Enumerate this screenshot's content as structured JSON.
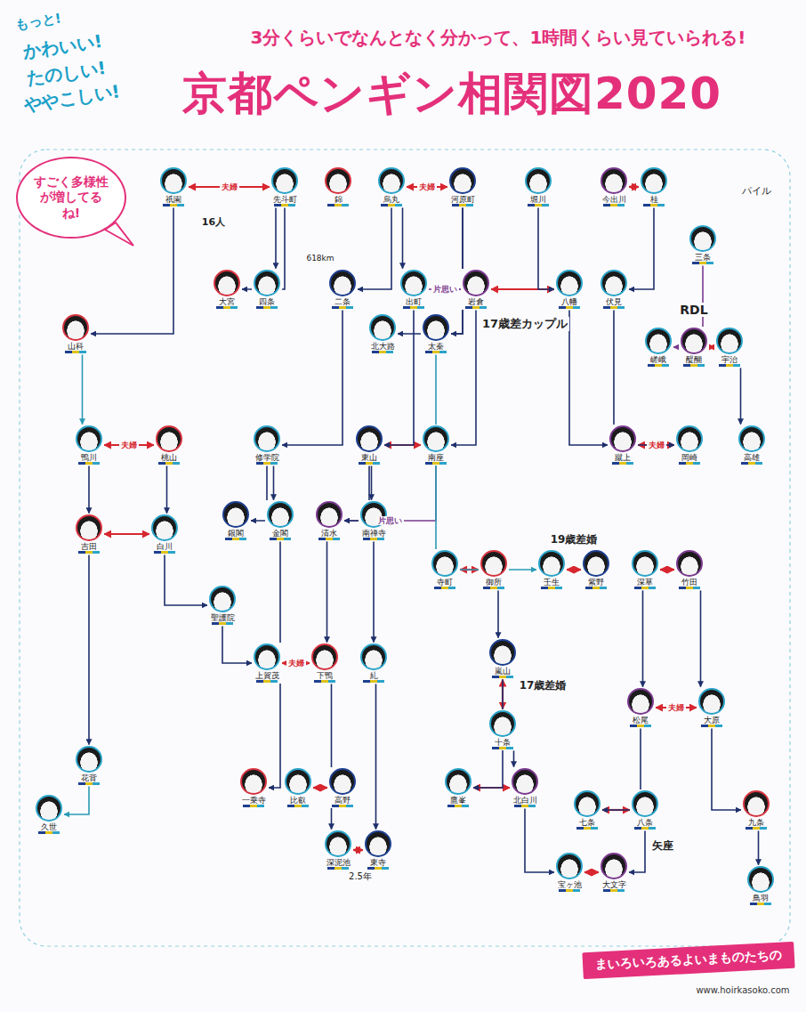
{
  "diagram": {
    "title": "京都ペンギン相関図2020",
    "nodes": [
      {
        "text": [
          "祇園"
        ]
      },
      {
        "text": [
          "先斗町"
        ]
      },
      {
        "text": [
          "錦"
        ]
      },
      {
        "text": [
          "烏丸"
        ]
      },
      {
        "text": [
          "河原町"
        ]
      },
      {
        "text": [
          "堀川"
        ]
      },
      {
        "text": [
          "今出川"
        ]
      },
      {
        "text": [
          "桂"
        ]
      },
      {
        "text": [
          "三条"
        ]
      },
      {
        "text": [
          "大宮"
        ]
      },
      {
        "text": [
          "四条"
        ]
      },
      {
        "text": [
          "二条"
        ]
      },
      {
        "text": [
          "出町"
        ]
      },
      {
        "text": [
          "岩倉"
        ]
      },
      {
        "text": [
          "八幡"
        ]
      },
      {
        "text": [
          "伏見"
        ]
      },
      {
        "text": [
          "山科"
        ]
      },
      {
        "text": [
          "北大路"
        ]
      },
      {
        "text": [
          "太秦"
        ]
      },
      {
        "text": [
          "嵯峨"
        ]
      },
      {
        "text": [
          "醍醐"
        ]
      },
      {
        "text": [
          "宇治"
        ]
      },
      {
        "text": [
          "鴨川"
        ]
      },
      {
        "text": [
          "桃山"
        ]
      },
      {
        "text": [
          "修学院"
        ]
      },
      {
        "text": [
          "東山"
        ]
      },
      {
        "text": [
          "南座"
        ]
      },
      {
        "text": [
          "蹴上"
        ]
      },
      {
        "text": [
          "岡崎"
        ]
      },
      {
        "text": [
          "高雄"
        ]
      },
      {
        "text": [
          "吉田"
        ]
      },
      {
        "text": [
          "白川"
        ]
      },
      {
        "text": [
          "銀閣"
        ]
      },
      {
        "text": [
          "金閣"
        ]
      },
      {
        "text": [
          "清水"
        ]
      },
      {
        "text": [
          "南禅寺"
        ]
      },
      {
        "text": [
          "寺町"
        ]
      },
      {
        "text": [
          "御所"
        ]
      },
      {
        "text": [
          "壬生"
        ]
      },
      {
        "text": [
          "紫野"
        ]
      },
      {
        "text": [
          "深草"
        ]
      },
      {
        "text": [
          "竹田"
        ]
      },
      {
        "text": [
          "聖護院"
        ]
      },
      {
        "text": [
          "上賀茂"
        ]
      },
      {
        "text": [
          "下鴨"
        ]
      },
      {
        "text": [
          "糺"
        ]
      },
      {
        "text": [
          "嵐山"
        ]
      },
      {
        "text": [
          "十条"
        ]
      },
      {
        "text": [
          "松尾"
        ]
      },
      {
        "text": [
          "大原"
        ]
      },
      {
        "text": [
          "花背"
        ]
      },
      {
        "text": [
          "一乗寺"
        ]
      },
      {
        "text": [
          "比叡"
        ]
      },
      {
        "text": [
          "高野"
        ]
      },
      {
        "text": [
          "鷹峯"
        ]
      },
      {
        "text": [
          "北白川"
        ]
      },
      {
        "text": [
          "七条"
        ]
      },
      {
        "text": [
          "八条"
        ]
      },
      {
        "text": [
          "九条"
        ]
      },
      {
        "text": [
          "深泥池"
        ]
      },
      {
        "text": [
          "東寺"
        ]
      },
      {
        "text": [
          "宝ヶ池"
        ]
      },
      {
        "text": [
          "大文字"
        ]
      },
      {
        "text": [
          "鳥羽"
        ]
      },
      {
        "text": [
          "久世"
        ]
      },
      {
        "text": [
          "すごく多様性が増してるね!"
        ]
      },
      {
        "text": [
          "まいろいろあるよいまものたちの"
        ]
      }
    ],
    "edges": [
      {
        "from": 0,
        "to": 1,
        "arrow": "both",
        "label": "夫婦"
      },
      {
        "from": 3,
        "to": 4,
        "arrow": "both",
        "label": "夫婦"
      },
      {
        "from": 6,
        "to": 7,
        "arrow": "both"
      },
      {
        "from": 13,
        "to": 14,
        "arrow": "both"
      },
      {
        "from": 20,
        "to": 21,
        "arrow": "both"
      },
      {
        "from": 22,
        "to": 23,
        "arrow": "both",
        "label": "夫婦"
      },
      {
        "from": 25,
        "to": 26,
        "arrow": "both"
      },
      {
        "from": 27,
        "to": 28,
        "arrow": "both",
        "label": "夫婦"
      },
      {
        "from": 30,
        "to": 31,
        "arrow": "both"
      },
      {
        "from": 36,
        "to": 37,
        "arrow": "both"
      },
      {
        "from": 38,
        "to": 39,
        "arrow": "both"
      },
      {
        "from": 40,
        "to": 41,
        "arrow": "both"
      },
      {
        "from": 43,
        "to": 44,
        "arrow": "both",
        "label": "夫婦"
      },
      {
        "from": 46,
        "to": 47,
        "arrow": "both"
      },
      {
        "from": 48,
        "to": 49,
        "arrow": "both",
        "label": "夫婦"
      },
      {
        "from": 54,
        "to": 55,
        "arrow": "both"
      },
      {
        "from": 56,
        "to": 57,
        "arrow": "both"
      },
      {
        "from": 59,
        "to": 60,
        "arrow": "both"
      },
      {
        "from": 61,
        "to": 62,
        "arrow": "both"
      },
      {
        "from": 52,
        "to": 53,
        "arrow": "both"
      },
      {
        "from": 26,
        "to": 34,
        "arrow": "to",
        "label": "片思い"
      },
      {
        "from": 12,
        "to": 13,
        "arrow": "to",
        "label": "片思い"
      },
      {
        "from": 8,
        "to": 19,
        "arrow": "to"
      },
      {
        "from": 0,
        "to": 16,
        "arrow": "to"
      },
      {
        "from": 1,
        "to": 9,
        "arrow": "to"
      },
      {
        "from": 1,
        "to": 10,
        "arrow": "to"
      },
      {
        "from": 3,
        "to": 11,
        "arrow": "to"
      },
      {
        "from": 3,
        "to": 12,
        "arrow": "to"
      },
      {
        "from": 4,
        "to": 17,
        "arrow": "to"
      },
      {
        "from": 4,
        "to": 18,
        "arrow": "to"
      },
      {
        "from": 7,
        "to": 15,
        "arrow": "to"
      },
      {
        "from": 16,
        "to": 22,
        "arrow": "to"
      },
      {
        "from": 11,
        "to": 24,
        "arrow": "to"
      },
      {
        "from": 12,
        "to": 25,
        "arrow": "to"
      },
      {
        "from": 13,
        "to": 26,
        "arrow": "to"
      },
      {
        "from": 14,
        "to": 27,
        "arrow": "to"
      },
      {
        "from": 21,
        "to": 29,
        "arrow": "to"
      },
      {
        "from": 22,
        "to": 30,
        "arrow": "to"
      },
      {
        "from": 23,
        "to": 31,
        "arrow": "to"
      },
      {
        "from": 24,
        "to": 32,
        "arrow": "to"
      },
      {
        "from": 24,
        "to": 33,
        "arrow": "to"
      },
      {
        "from": 25,
        "to": 34,
        "arrow": "to"
      },
      {
        "from": 25,
        "to": 35,
        "arrow": "to"
      },
      {
        "from": 31,
        "to": 42,
        "arrow": "to"
      },
      {
        "from": 42,
        "to": 43,
        "arrow": "to"
      },
      {
        "from": 35,
        "to": 45,
        "arrow": "to"
      },
      {
        "from": 34,
        "to": 44,
        "arrow": "to"
      },
      {
        "from": 37,
        "to": 46,
        "arrow": "to"
      },
      {
        "from": 40,
        "to": 48,
        "arrow": "to"
      },
      {
        "from": 41,
        "to": 49,
        "arrow": "to"
      },
      {
        "from": 46,
        "to": 54,
        "arrow": "to"
      },
      {
        "from": 47,
        "to": 55,
        "arrow": "to"
      },
      {
        "from": 48,
        "to": 56,
        "arrow": "to"
      },
      {
        "from": 49,
        "to": 58,
        "arrow": "to"
      },
      {
        "from": 58,
        "to": 63,
        "arrow": "to"
      },
      {
        "from": 50,
        "to": 64,
        "arrow": "to"
      },
      {
        "from": 44,
        "to": 59,
        "arrow": "to"
      },
      {
        "from": 45,
        "to": 60,
        "arrow": "to"
      },
      {
        "from": 55,
        "to": 61,
        "arrow": "to"
      },
      {
        "from": 57,
        "to": 62,
        "arrow": "to"
      },
      {
        "from": 30,
        "to": 50,
        "arrow": "to"
      },
      {
        "from": 33,
        "to": 51,
        "arrow": "to"
      },
      {
        "from": 15,
        "to": 28,
        "arrow": "to"
      },
      {
        "from": 18,
        "to": 38,
        "arrow": "to"
      },
      {
        "from": 5,
        "to": 14,
        "arrow": "to"
      }
    ],
    "labels": [
      "3分くらいでなんとなく分かって、1時間くらい見ていられる!",
      "もっと!",
      "かわいい!",
      "たのしい!",
      "ややこしい!",
      "16人",
      "618km",
      "17歳差カップル",
      "RDL",
      "パイル",
      "19歳差婚",
      "17歳差婚",
      "2.5年",
      "矢座",
      "www.hoirkasoko.com"
    ]
  }
}
